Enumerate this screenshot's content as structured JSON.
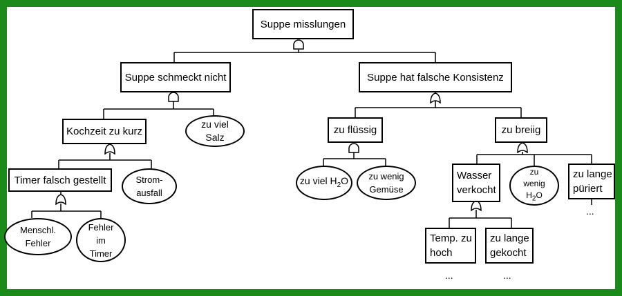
{
  "colors": {
    "frame": "#1a8a1a",
    "background": "#ffffff",
    "line": "#000000"
  },
  "watermark": "",
  "nodes": {
    "root": "Suppe misslungen",
    "schmeckt": "Suppe schmeckt nicht",
    "konsistenz": "Suppe hat falsche Konsistenz",
    "kochzeit": "Kochzeit zu kurz",
    "salz": "zu viel Salz",
    "fluessig": "zu flüssig",
    "breiig": "zu breiig",
    "timer": "Timer falsch gestellt",
    "stromausfall": "Strom-ausfall",
    "zu_viel_h2o_pre": "zu viel H",
    "zu_viel_h2o_sub": "2",
    "zu_viel_h2o_post": "O",
    "wenig_gemuese": "zu wenig Gemüse",
    "wasser_verkocht": "Wasser verkocht",
    "zu_wenig_h2o_pre": "zu wenig H",
    "zu_wenig_h2o_sub": "2",
    "zu_wenig_h2o_post": "O",
    "lange_pueriert": "zu lange püriert",
    "menschl_fehler": "Menschl. Fehler",
    "fehler_timer": "Fehler im Timer",
    "temp_hoch": "Temp. zu hoch",
    "lange_gekocht": "zu lange gekocht"
  },
  "ellipsis": "...",
  "gates": [
    {
      "name": "root-and-gate",
      "type": "and"
    },
    {
      "name": "schmeckt-and-gate",
      "type": "and"
    },
    {
      "name": "konsistenz-or-gate",
      "type": "or"
    },
    {
      "name": "kochzeit-or-gate",
      "type": "or"
    },
    {
      "name": "fluessig-and-gate",
      "type": "and"
    },
    {
      "name": "breiig-or-gate",
      "type": "or"
    },
    {
      "name": "timer-or-gate",
      "type": "or"
    },
    {
      "name": "wasser-or-gate",
      "type": "or"
    }
  ]
}
